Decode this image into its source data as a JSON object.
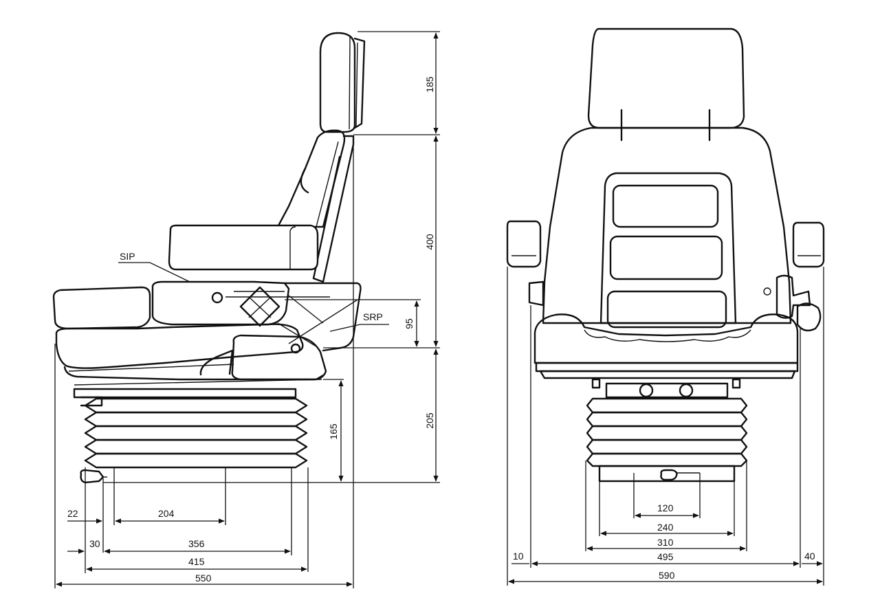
{
  "side_view": {
    "labels": {
      "sip": "SIP",
      "srp": "SRP"
    },
    "dimensions": {
      "headrest_height": "185",
      "backrest_height": "400",
      "srp_height": "95",
      "seat_height": "205",
      "suspension_height": "165",
      "d22": "22",
      "d204": "204",
      "d30": "30",
      "d356": "356",
      "d415": "415",
      "d550": "550"
    }
  },
  "front_view": {
    "dimensions": {
      "d120": "120",
      "d240": "240",
      "d310": "310",
      "d495": "495",
      "d10": "10",
      "d40": "40",
      "d590": "590"
    }
  },
  "colors": {
    "line": "#111111",
    "background": "#ffffff"
  }
}
